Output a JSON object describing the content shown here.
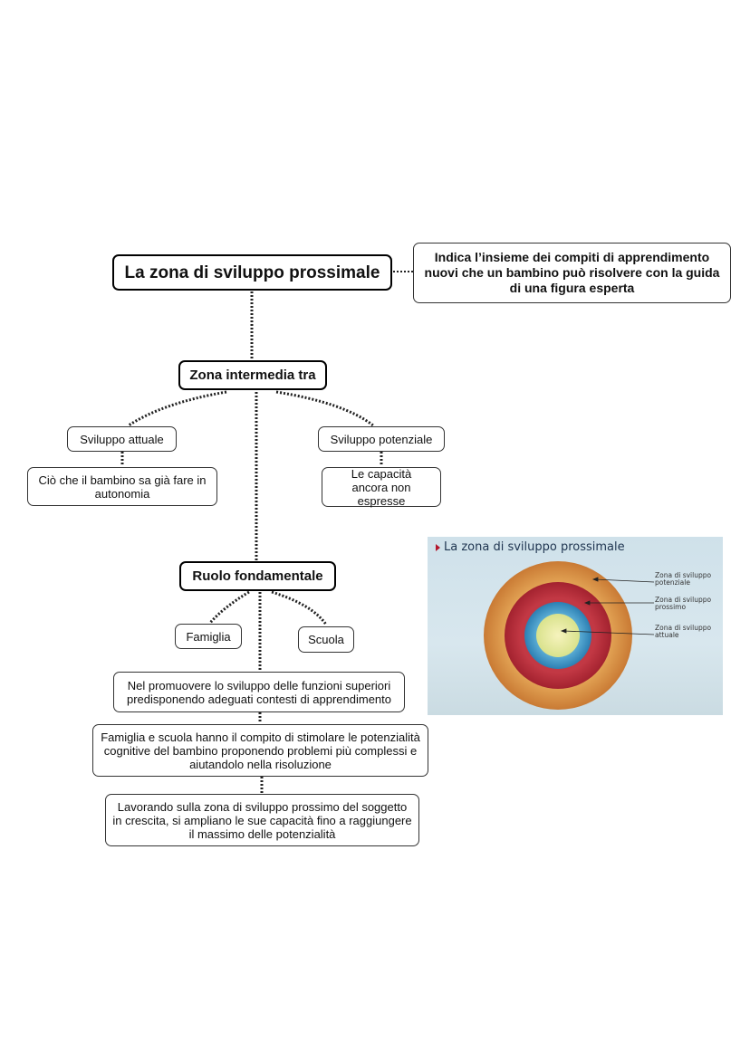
{
  "title": "La zona di sviluppo prossimale",
  "definition": "Indica l’insieme dei compiti di apprendimento nuovi che un bambino può risolvere con la guida di una figura esperta",
  "zona_intermedia": "Zona intermedia tra",
  "sviluppo_attuale": {
    "label": "Sviluppo  attuale",
    "desc": "Ciò che il bambino sa già fare in autonomia"
  },
  "sviluppo_potenziale": {
    "label": "Sviluppo potenziale",
    "desc": "Le capacità ancora non espresse"
  },
  "ruolo": "Ruolo fondamentale",
  "famiglia": "Famiglia",
  "scuola": "Scuola",
  "notes": [
    "Nel promuovere lo sviluppo delle funzioni superiori predisponendo adeguati contesti di apprendimento",
    "Famiglia e scuola hanno il compito di stimolare le potenzialità cognitive del bambino proponendo problemi più complessi e aiutandolo nella risoluzione",
    "Lavorando sulla zona di sviluppo prossimo del soggetto in crescita, si ampliano le sue capacità fino a raggiungere il massimo delle potenzialità"
  ],
  "figure": {
    "title": "La zona di sviluppo prossimale",
    "labels": {
      "potenziale": "Zona di sviluppo potenziale",
      "prossimo": "Zona di sviluppo prossimo",
      "attuale": "Zona di sviluppo attuale"
    },
    "colors": {
      "outer": "#d6893c",
      "middle": "#b62e3a",
      "inner": "#3a97c8",
      "center": "#ecea9a",
      "accent": "#b3162c"
    }
  }
}
